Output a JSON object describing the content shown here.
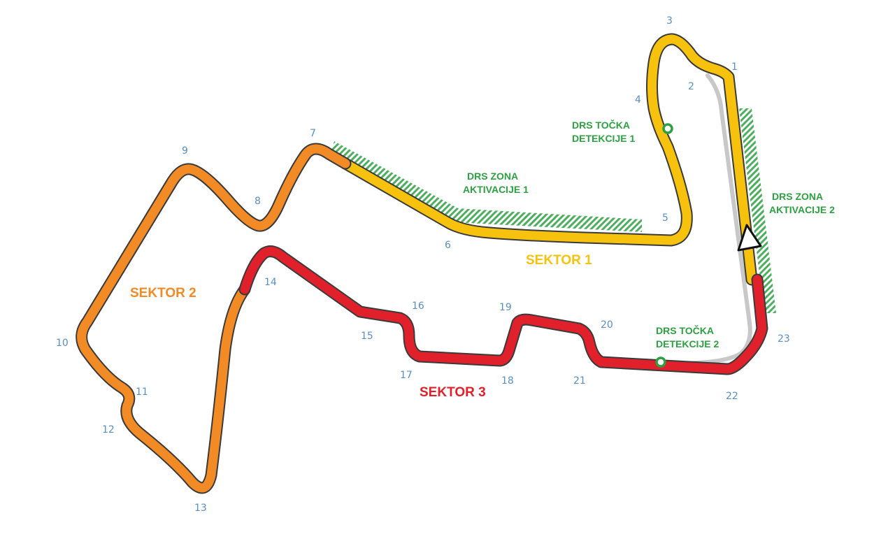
{
  "colors": {
    "sector1": "#f6c20e",
    "sector2": "#f28a25",
    "sector3": "#e0212b",
    "drs": "#2ea043",
    "pit_lane": "#c8c8c8",
    "corner_number": "#5b8fbd"
  },
  "sectors": {
    "s1": "SEKTOR 1",
    "s2": "SEKTOR 2",
    "s3": "SEKTOR 3"
  },
  "drs": {
    "zone1": [
      "DRS ZONA",
      "AKTIVACIJE 1"
    ],
    "zone2": [
      "DRS ZONA",
      "AKTIVACIJE 2"
    ],
    "detection1": [
      "DRS TOČKA",
      "DETEKCIJE 1"
    ],
    "detection2": [
      "DRS TOČKA",
      "DETEKCIJE 2"
    ]
  },
  "corners": [
    "1",
    "2",
    "3",
    "4",
    "5",
    "6",
    "7",
    "8",
    "9",
    "10",
    "11",
    "12",
    "13",
    "14",
    "15",
    "16",
    "17",
    "18",
    "19",
    "20",
    "21",
    "22",
    "23"
  ],
  "icons": {
    "start_finish": "start-direction-triangle-icon"
  }
}
